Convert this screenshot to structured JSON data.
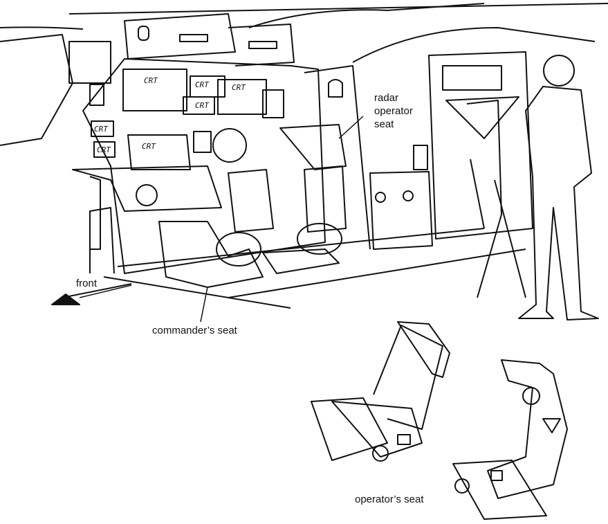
{
  "labels": {
    "radar_operator_seat": [
      "radar",
      "operator",
      "seat"
    ],
    "front": "front",
    "commanders_seat": "commander’s seat",
    "operators_seat": "operator’s seat"
  },
  "screen_marks": [
    "CRT",
    "CRT",
    "CRT",
    "CRT",
    "CRT",
    "CRT",
    "CRT"
  ]
}
